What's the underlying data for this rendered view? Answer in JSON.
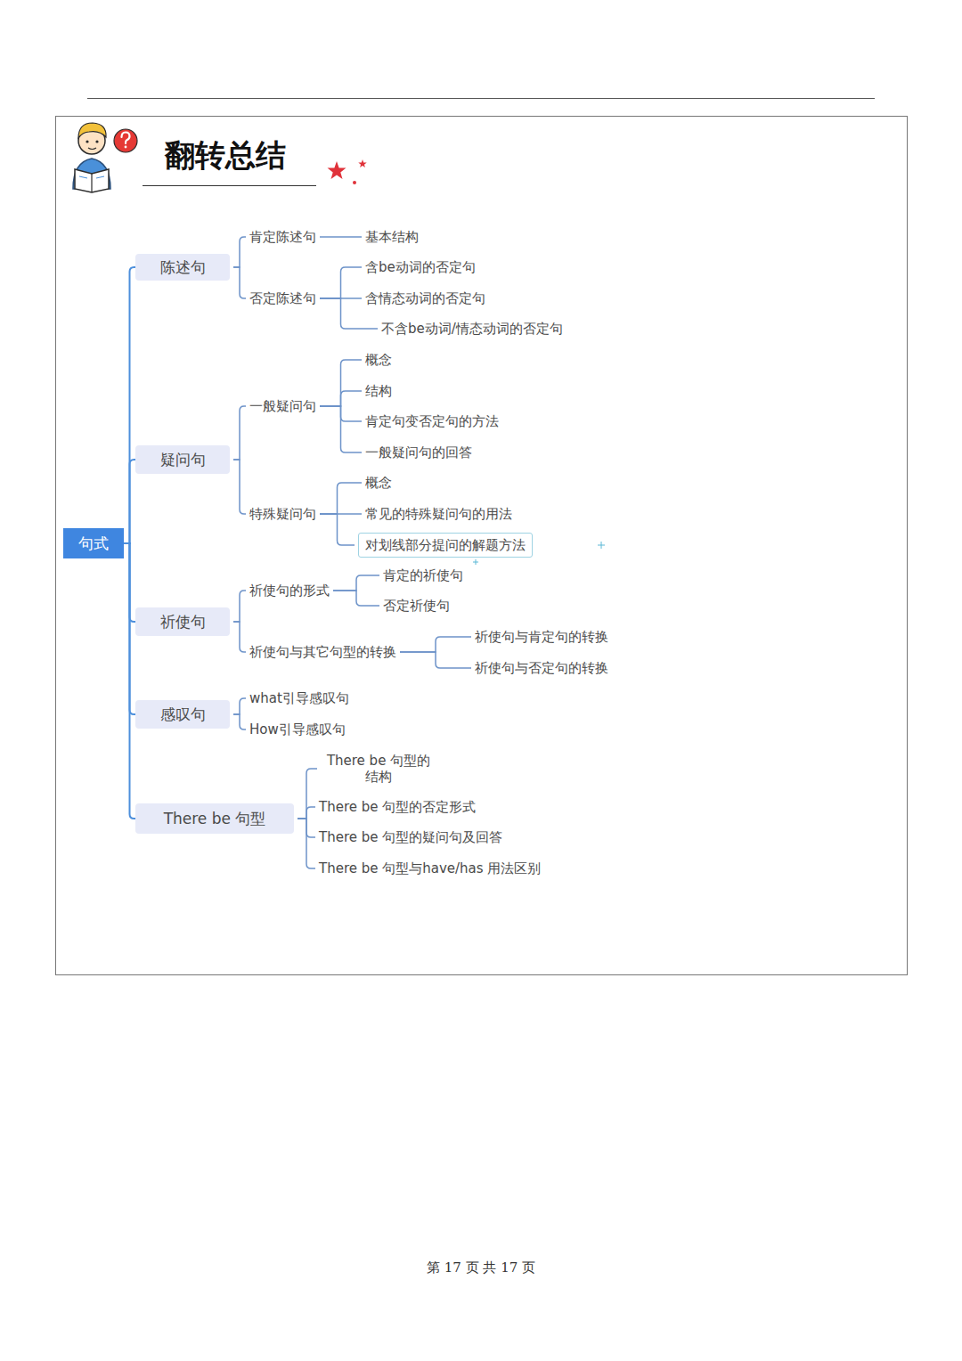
{
  "diagram": {
    "title": "翻转总结",
    "nodes": [
      {
        "text": [
          "句式"
        ]
      },
      {
        "text": [
          "陈述句"
        ]
      },
      {
        "text": [
          "肯定陈述句"
        ]
      },
      {
        "text": [
          "基本结构"
        ]
      },
      {
        "text": [
          "否定陈述句"
        ]
      },
      {
        "text": [
          "含be动词的否定句"
        ]
      },
      {
        "text": [
          "含情态动词的否定句"
        ]
      },
      {
        "text": [
          "不含be动词/情态动词的否定句"
        ]
      },
      {
        "text": [
          "疑问句"
        ]
      },
      {
        "text": [
          "一般疑问句"
        ]
      },
      {
        "text": [
          "概念"
        ]
      },
      {
        "text": [
          "结构"
        ]
      },
      {
        "text": [
          "肯定句变否定句的方法"
        ]
      },
      {
        "text": [
          "一般疑问句的回答"
        ]
      },
      {
        "text": [
          "特殊疑问句"
        ]
      },
      {
        "text": [
          "概念"
        ]
      },
      {
        "text": [
          "常见的特殊疑问句的用法"
        ]
      },
      {
        "text": [
          "对划线部分提问的解题方法"
        ]
      },
      {
        "text": [
          "祈使句"
        ]
      },
      {
        "text": [
          "祈使句的形式"
        ]
      },
      {
        "text": [
          "肯定的祈使句"
        ]
      },
      {
        "text": [
          "否定祈使句"
        ]
      },
      {
        "text": [
          "祈使句与其它句型的转换"
        ]
      },
      {
        "text": [
          "祈使句与肯定句的转换"
        ]
      },
      {
        "text": [
          "祈使句与否定句的转换"
        ]
      },
      {
        "text": [
          "感叹句"
        ]
      },
      {
        "text": [
          "what引导感叹句"
        ]
      },
      {
        "text": [
          "How引导感叹句"
        ]
      },
      {
        "text": [
          "There be 句型"
        ]
      },
      {
        "text": [
          "There be 句型的 结构"
        ]
      },
      {
        "text": [
          "There be 句型的否定形式"
        ]
      },
      {
        "text": [
          "There be 句型的疑问句及回答"
        ]
      },
      {
        "text": [
          "There be 句型与have/has 用法区别"
        ]
      }
    ],
    "edges": [
      {
        "from": 0,
        "to": 1,
        "arrow": "none"
      },
      {
        "from": 0,
        "to": 8,
        "arrow": "none"
      },
      {
        "from": 0,
        "to": 18,
        "arrow": "none"
      },
      {
        "from": 0,
        "to": 25,
        "arrow": "none"
      },
      {
        "from": 0,
        "to": 28,
        "arrow": "none"
      },
      {
        "from": 1,
        "to": 2,
        "arrow": "none"
      },
      {
        "from": 1,
        "to": 4,
        "arrow": "none"
      },
      {
        "from": 2,
        "to": 3,
        "arrow": "none"
      },
      {
        "from": 4,
        "to": 5,
        "arrow": "none"
      },
      {
        "from": 4,
        "to": 6,
        "arrow": "none"
      },
      {
        "from": 4,
        "to": 7,
        "arrow": "none"
      },
      {
        "from": 8,
        "to": 9,
        "arrow": "none"
      },
      {
        "from": 8,
        "to": 14,
        "arrow": "none"
      },
      {
        "from": 9,
        "to": 10,
        "arrow": "none"
      },
      {
        "from": 9,
        "to": 11,
        "arrow": "none"
      },
      {
        "from": 9,
        "to": 12,
        "arrow": "none"
      },
      {
        "from": 9,
        "to": 13,
        "arrow": "none"
      },
      {
        "from": 14,
        "to": 15,
        "arrow": "none"
      },
      {
        "from": 14,
        "to": 16,
        "arrow": "none"
      },
      {
        "from": 14,
        "to": 17,
        "arrow": "none"
      },
      {
        "from": 18,
        "to": 19,
        "arrow": "none"
      },
      {
        "from": 18,
        "to": 22,
        "arrow": "none"
      },
      {
        "from": 19,
        "to": 20,
        "arrow": "none"
      },
      {
        "from": 19,
        "to": 21,
        "arrow": "none"
      },
      {
        "from": 22,
        "to": 23,
        "arrow": "none"
      },
      {
        "from": 22,
        "to": 24,
        "arrow": "none"
      },
      {
        "from": 25,
        "to": 26,
        "arrow": "none"
      },
      {
        "from": 25,
        "to": 27,
        "arrow": "none"
      },
      {
        "from": 28,
        "to": 29,
        "arrow": "none"
      },
      {
        "from": 28,
        "to": 30,
        "arrow": "none"
      },
      {
        "from": 28,
        "to": 31,
        "arrow": "none"
      },
      {
        "from": 28,
        "to": 32,
        "arrow": "none"
      }
    ],
    "labels": [
      "第 17 页 共 17 页"
    ]
  }
}
